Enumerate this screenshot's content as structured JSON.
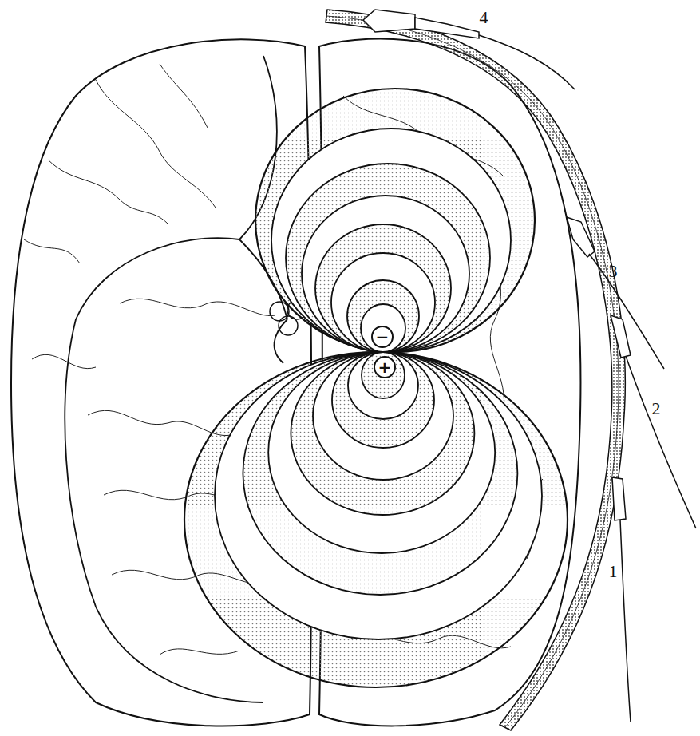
{
  "diagram": {
    "labels": [
      "4",
      "3",
      "2",
      "1",
      "−",
      "+"
    ]
  }
}
